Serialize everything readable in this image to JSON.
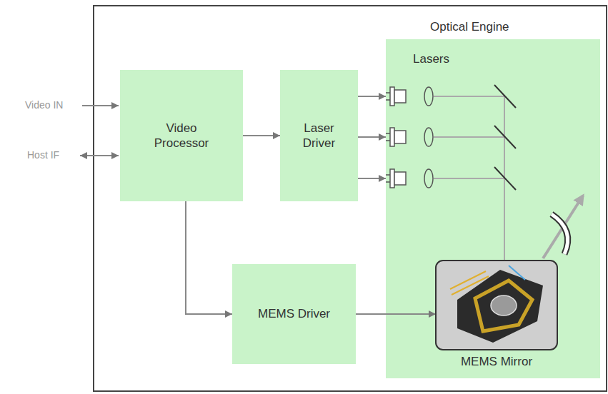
{
  "diagram": {
    "nodes": [
      {
        "text": [
          "Video Processor"
        ]
      },
      {
        "text": [
          "Laser Driver"
        ]
      },
      {
        "text": [
          "Optical Engine"
        ]
      },
      {
        "text": [
          "MEMS Driver"
        ]
      },
      {
        "text": [
          "MEMS Mirror"
        ],
        "in": 2
      }
    ],
    "edges": [
      {
        "from": 0,
        "to": 1,
        "arrow": "to"
      },
      {
        "from": 1,
        "to": 2,
        "arrow": "to"
      },
      {
        "from": 1,
        "to": 2,
        "arrow": "to"
      },
      {
        "from": 1,
        "to": 2,
        "arrow": "to"
      },
      {
        "from": 0,
        "to": 3,
        "arrow": "to"
      },
      {
        "from": 3,
        "to": 4,
        "arrow": "to"
      }
    ],
    "labels": [
      "Video IN",
      "Host IF",
      "Lasers"
    ]
  }
}
